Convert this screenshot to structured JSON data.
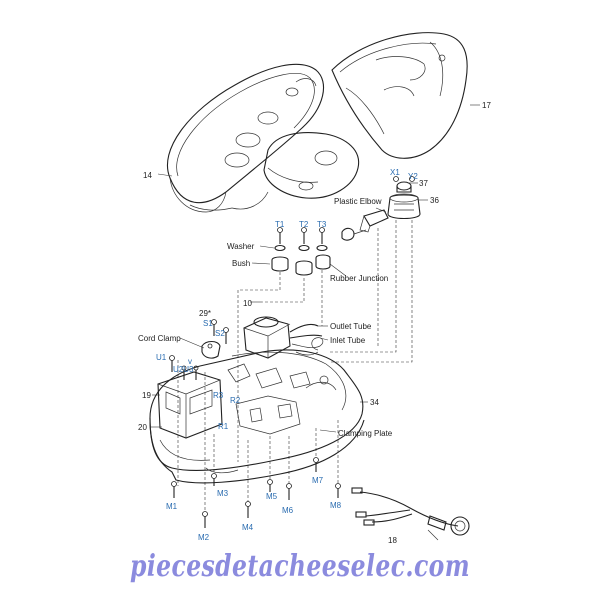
{
  "diagram": {
    "callouts": {
      "p14": "14",
      "p17": "17",
      "x1": "X1",
      "y2": "Y2",
      "p37": "37",
      "p36": "36",
      "plastic_elbow": "Plastic Elbow",
      "t1": "T1",
      "t2": "T2",
      "t3": "T3",
      "washer": "Washer",
      "bush": "Bush",
      "rubber_junction": "Rubber Junction",
      "p10": "10",
      "p29": "29*",
      "s1": "S1",
      "s2": "S2",
      "cord_clamp": "Cord Clamp",
      "outlet_tube": "Outlet Tube",
      "inlet_tube": "Inlet Tube",
      "u1": "U1",
      "v": "v",
      "u2u3": "U2U3",
      "p19": "19",
      "r3": "R3",
      "r2": "R2",
      "r1": "R1",
      "p20": "20",
      "p34": "34",
      "clamping_plate": "Clamping Plate",
      "m1": "M1",
      "m2": "M2",
      "m3": "M3",
      "m4": "M4",
      "m5": "M5",
      "m6": "M6",
      "m7": "M7",
      "m8": "M8",
      "p18": "18"
    },
    "colors": {
      "line": "#222222",
      "blue_label": "#2a6cb0",
      "watermark": "#6b6bd6"
    }
  },
  "watermark": {
    "text": "piecesdetacheeselec.com"
  }
}
